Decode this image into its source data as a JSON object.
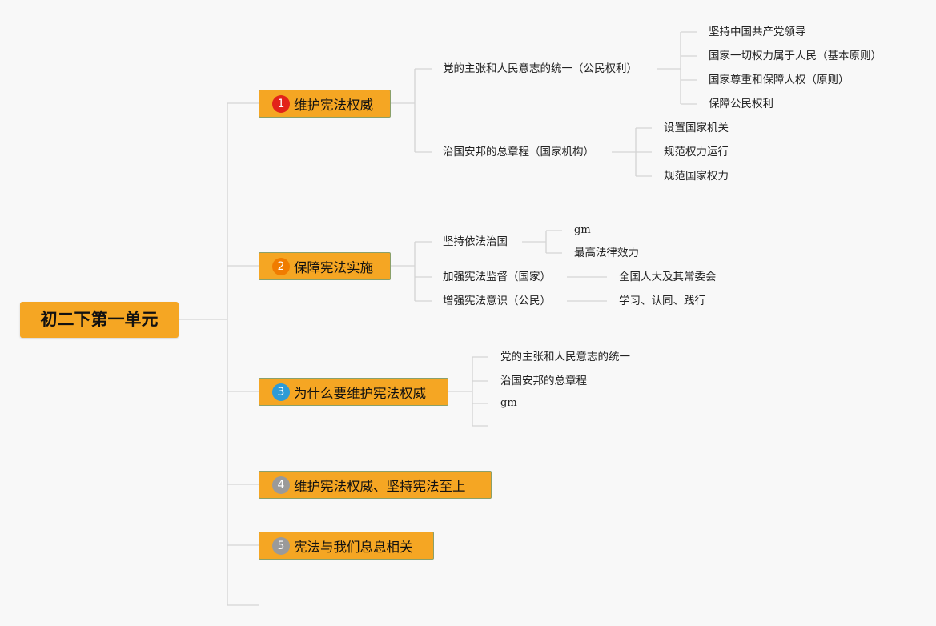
{
  "root": {
    "label": "初二下第一单元"
  },
  "topics": [
    {
      "number": "1",
      "label": "维护宪法权威",
      "badge_color": "#e2231a",
      "children": [
        {
          "label": "党的主张和人民意志的统一（公民权利）",
          "children": [
            "坚持中国共产党领导",
            "国家一切权力属于人民（基本原则）",
            "国家尊重和保障人权（原则）",
            "保障公民权利"
          ]
        },
        {
          "label": "治国安邦的总章程（国家机构）",
          "children": [
            "设置国家机关",
            "规范权力运行",
            "规范国家权力"
          ]
        }
      ]
    },
    {
      "number": "2",
      "label": "保障宪法实施",
      "badge_color": "#f07c00",
      "children": [
        {
          "label": "坚持依法治国",
          "children": [
            "gm",
            "最高法律效力"
          ]
        },
        {
          "label": "加强宪法监督（国家）",
          "children": [
            "全国人大及其常委会"
          ]
        },
        {
          "label": "增强宪法意识（公民）",
          "children": [
            "学习、认同、践行"
          ]
        }
      ]
    },
    {
      "number": "3",
      "label": "为什么要维护宪法权威",
      "badge_color": "#2e9bd6",
      "children": [
        {
          "label": "党的主张和人民意志的统一"
        },
        {
          "label": "治国安邦的总章程"
        },
        {
          "label": "gm"
        },
        {
          "label": ""
        }
      ]
    },
    {
      "number": "4",
      "label": "维护宪法权威、坚持宪法至上",
      "badge_color": "#9a9a9a",
      "children": []
    },
    {
      "number": "5",
      "label": "宪法与我们息息相关",
      "badge_color": "#9a9a9a",
      "children": []
    }
  ],
  "colors": {
    "topic_fill": "#f5a623",
    "line": "#d4d4d4",
    "background": "#f8f8f8"
  }
}
